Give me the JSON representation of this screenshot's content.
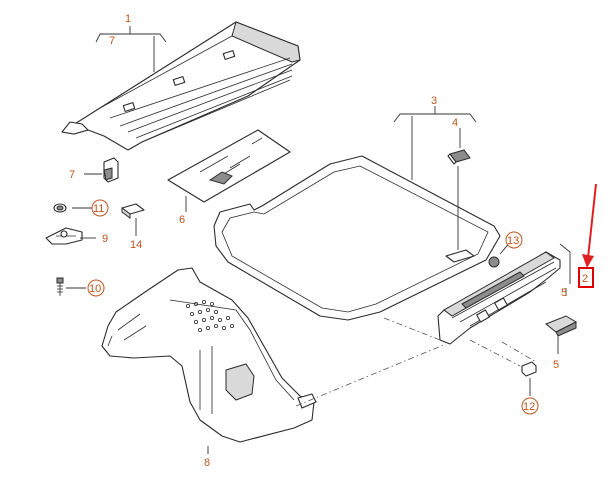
{
  "callouts": {
    "c1": "1",
    "c2": "2",
    "c3": "3",
    "c4": "4",
    "c5a": "5",
    "c5b": "5",
    "c6": "6",
    "c7a": "7",
    "c7b": "7",
    "c8": "8",
    "c9": "9",
    "c10": "10",
    "c11": "11",
    "c12": "12",
    "c13": "13",
    "c14": "14"
  },
  "colors": {
    "callout": "#c0561e",
    "highlight": "#e00000"
  }
}
